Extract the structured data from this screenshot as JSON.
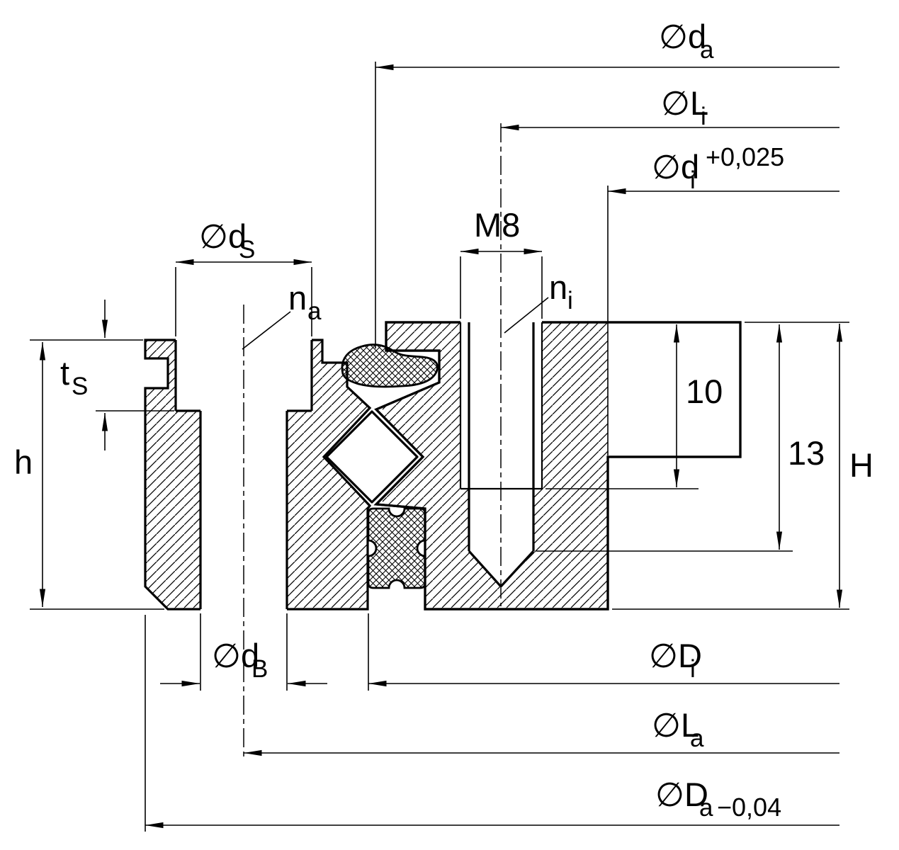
{
  "labels": {
    "da": {
      "base": "∅d",
      "sub": "a"
    },
    "Li": {
      "base": "∅L",
      "sub": "i"
    },
    "di": {
      "base": "∅d",
      "sub": "i",
      "tol": "+0,025"
    },
    "dS": {
      "base": "∅d",
      "sub": "S"
    },
    "m8": {
      "text": "M8"
    },
    "na": {
      "base": "n",
      "sub": "a"
    },
    "ni": {
      "base": "n",
      "sub": "i"
    },
    "tS": {
      "base": "t",
      "sub": "S"
    },
    "h": {
      "text": "h"
    },
    "depth10": {
      "text": "10"
    },
    "depth13": {
      "text": "13"
    },
    "H": {
      "text": "H"
    },
    "dB": {
      "base": "∅d",
      "sub": "B"
    },
    "Di": {
      "base": "∅D",
      "sub": "i"
    },
    "La": {
      "base": "∅L",
      "sub": "a"
    },
    "Da": {
      "base": "∅D",
      "sub": "a",
      "tol": "−0,04"
    }
  },
  "colors": {
    "line": "#000000",
    "background": "#ffffff"
  }
}
